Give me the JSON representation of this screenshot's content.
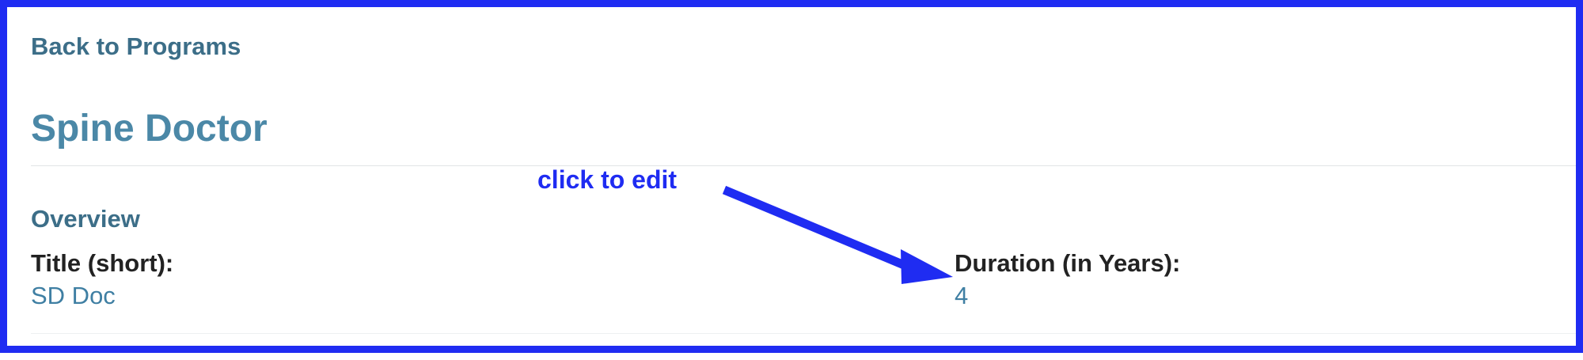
{
  "nav": {
    "back_label": "Back to Programs"
  },
  "program": {
    "title": "Spine Doctor"
  },
  "overview": {
    "heading": "Overview",
    "fields": [
      {
        "label": "Title (short):",
        "value": "SD Doc"
      },
      {
        "label": "Duration (in Years):",
        "value": "4"
      }
    ]
  },
  "annotation": {
    "text": "click to edit",
    "color": "#1f2cf2"
  },
  "colors": {
    "frame": "#1f2cf2",
    "heading": "#4b88a7",
    "link": "#3c6e88",
    "value": "#3f7fa3",
    "label": "#222222"
  }
}
